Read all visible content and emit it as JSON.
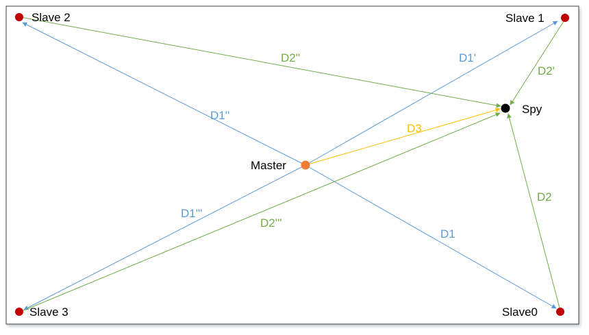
{
  "nodes": {
    "slave2": {
      "label": "Slave 2",
      "color": "#c00000"
    },
    "slave1": {
      "label": "Slave 1",
      "color": "#c00000"
    },
    "slave3": {
      "label": "Slave 3",
      "color": "#c00000"
    },
    "slave0": {
      "label": "Slave0",
      "color": "#c00000"
    },
    "master": {
      "label": "Master",
      "color": "#ed7d31"
    },
    "spy": {
      "label": "Spy",
      "color": "#000000"
    }
  },
  "edges": {
    "d1": {
      "label": "D1",
      "color": "#5b9bd5"
    },
    "d1p": {
      "label": "D1'",
      "color": "#5b9bd5"
    },
    "d1pp": {
      "label": "D1''",
      "color": "#5b9bd5"
    },
    "d1ppp": {
      "label": "D1'''",
      "color": "#5b9bd5"
    },
    "d2": {
      "label": "D2",
      "color": "#70ad47"
    },
    "d2p": {
      "label": "D2'",
      "color": "#70ad47"
    },
    "d2pp": {
      "label": "D2''",
      "color": "#70ad47"
    },
    "d2ppp": {
      "label": "D2'''",
      "color": "#70ad47"
    },
    "d3": {
      "label": "D3",
      "color": "#ffc000"
    }
  }
}
